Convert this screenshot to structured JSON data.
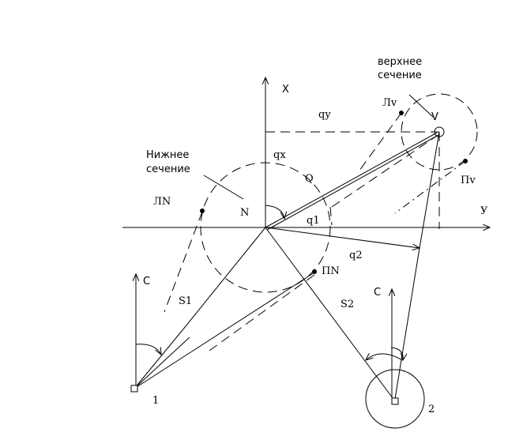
{
  "labels": {
    "axis_x": "X",
    "axis_y": "У",
    "qy": "qy",
    "qx": "qx",
    "Q": "Q",
    "N": "N",
    "LN": "ЛN",
    "q1": "q1",
    "q2": "q2",
    "PN": "ПN",
    "S1": "S1",
    "S2": "S2",
    "C1": "C",
    "C2": "C",
    "point1": "1",
    "point2": "2",
    "Lv": "Лv",
    "V": "V",
    "Pv": "Пv",
    "lower_section_1": "Нижнее",
    "lower_section_2": "сечение",
    "upper_section_1": "верхнее",
    "upper_section_2": "сечение"
  }
}
